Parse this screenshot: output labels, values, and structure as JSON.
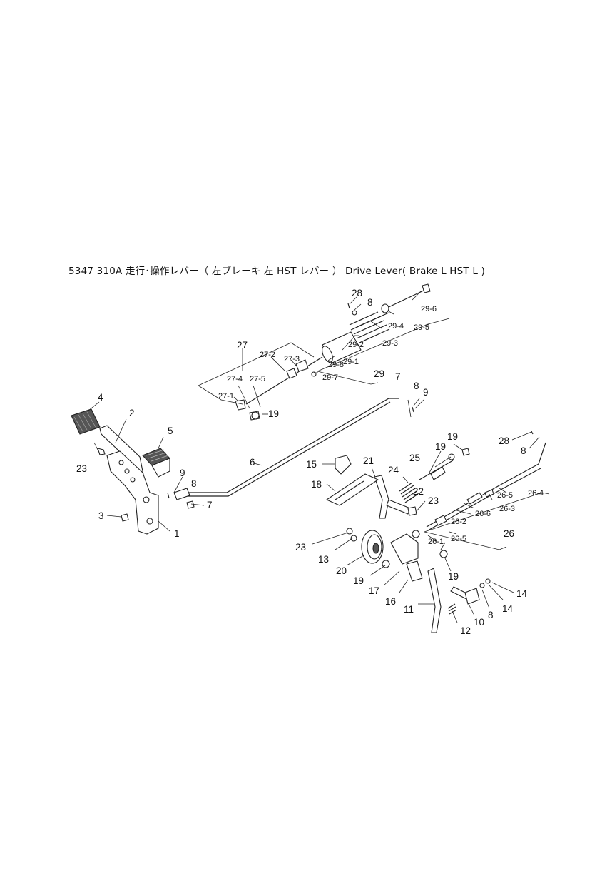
{
  "title": "5347  310A  走行･操作レバー（ 左ブレーキ  左 HST レバー  ）  Drive   Lever( Brake L HST L )",
  "callouts": {
    "c1": "1",
    "c2": "2",
    "c3": "3",
    "c4": "4",
    "c5": "5",
    "c6": "6",
    "c7a": "7",
    "c7b": "7",
    "c8a": "8",
    "c8b": "8",
    "c8c": "8",
    "c8d": "8",
    "c8e": "8",
    "c9a": "9",
    "c9b": "9",
    "c10": "10",
    "c11": "11",
    "c12": "12",
    "c13": "13",
    "c14a": "14",
    "c14b": "14",
    "c15": "15",
    "c16": "16",
    "c17": "17",
    "c18": "18",
    "c19a": "19",
    "c19b": "19",
    "c19c": "19",
    "c19d": "19",
    "c19e": "19",
    "c20": "20",
    "c21": "21",
    "c22": "22",
    "c23a": "23",
    "c23b": "23",
    "c23c": "23",
    "c24": "24",
    "c25": "25",
    "c26": "26",
    "c26_1": "26-1",
    "c26_2": "26-2",
    "c26_3": "26-3",
    "c26_4": "26-4",
    "c26_5a": "26-5",
    "c26_5b": "26-5",
    "c26_6": "26-6",
    "c27": "27",
    "c27_1": "27-1",
    "c27_2": "27-2",
    "c27_3": "27-3",
    "c27_4": "27-4",
    "c27_5": "27-5",
    "c28a": "28",
    "c28b": "28",
    "c29": "29",
    "c29_1": "29-1",
    "c29_2": "29-2",
    "c29_3": "29-3",
    "c29_4": "29-4",
    "c29_5": "29-5",
    "c29_6": "29-6",
    "c29_7": "29-7",
    "c29_8": "29-8"
  }
}
